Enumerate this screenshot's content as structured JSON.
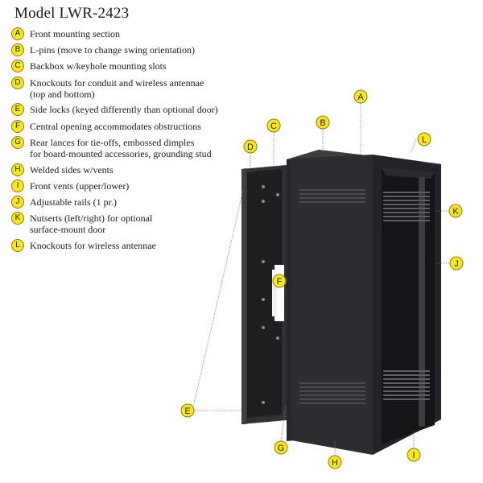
{
  "title": "Model LWR-2423",
  "legend": [
    {
      "letter": "A",
      "lines": [
        "Front mounting section"
      ]
    },
    {
      "letter": "B",
      "lines": [
        "L-pins (move to change swing orientation)"
      ]
    },
    {
      "letter": "C",
      "lines": [
        "Backbox w/keyhole mounting slots"
      ]
    },
    {
      "letter": "D",
      "lines": [
        "Knockouts for conduit and wireless antennae",
        "(top and bottom)"
      ]
    },
    {
      "letter": "E",
      "lines": [
        "Side locks (keyed differently than optional door)"
      ]
    },
    {
      "letter": "F",
      "lines": [
        "Central opening accommodates obstructions"
      ]
    },
    {
      "letter": "G",
      "lines": [
        "Rear lances for tie-offs, embossed dimples",
        "for board-mounted accessories, grounding stud"
      ]
    },
    {
      "letter": "H",
      "lines": [
        "Welded sides w/vents"
      ]
    },
    {
      "letter": "I",
      "lines": [
        "Front vents (upper/lower)"
      ]
    },
    {
      "letter": "J",
      "lines": [
        "Adjustable rails (1 pr.)"
      ]
    },
    {
      "letter": "K",
      "lines": [
        "Nutserts (left/right) for optional",
        "surface-mount door"
      ]
    },
    {
      "letter": "L",
      "lines": [
        "Knockouts for wireless antennae"
      ]
    }
  ],
  "callouts": [
    "A",
    "B",
    "C",
    "D",
    "E",
    "F",
    "G",
    "H",
    "I",
    "J",
    "K",
    "L"
  ],
  "colors": {
    "badge": "#f8e71c",
    "cabinet": "#2b2d30",
    "cabinet_dark": "#1b1c1e",
    "cabinet_light": "#3a3c40"
  }
}
